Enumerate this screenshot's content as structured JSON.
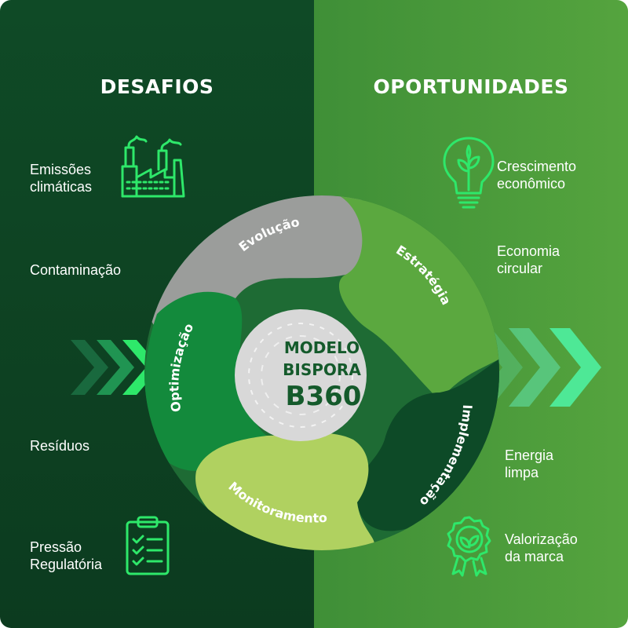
{
  "left": {
    "title": "DESAFIOS",
    "items": [
      {
        "label": "Emissões\nclimáticas",
        "icon": "factory-icon"
      },
      {
        "label": "Contaminação"
      },
      {
        "label": "Resíduos"
      },
      {
        "label": "Pressão\nRegulatória",
        "icon": "clipboard-checklist-icon"
      }
    ]
  },
  "right": {
    "title": "OPORTUNIDADES",
    "items": [
      {
        "label": "Crescimento\neconômico",
        "icon": "lightbulb-leaf-icon"
      },
      {
        "label": "Economia\ncircular"
      },
      {
        "label": "Energia\nlimpa"
      },
      {
        "label": "Valorização\nda marca",
        "icon": "leaf-badge-icon"
      }
    ]
  },
  "cycle": {
    "center_line1": "MODELO",
    "center_line2": "BISPORA",
    "center_line3": "B360",
    "segments": [
      "Evolução",
      "Estratégia",
      "Implementação",
      "Monitoramento",
      "Optimização"
    ]
  },
  "colors": {
    "left_bg": "#0f4a26",
    "right_bg": "#4b9a3b",
    "accent_neon": "#2ee86a",
    "evolucao": "#9b9d9b",
    "estrategia": "#5ba83f",
    "implementacao": "#0d4a27",
    "monitoramento": "#b0d160",
    "optimizacao": "#138a3c",
    "ring": "#1e6b34",
    "center": "#d8d8d8",
    "center_text": "#145a2b"
  }
}
